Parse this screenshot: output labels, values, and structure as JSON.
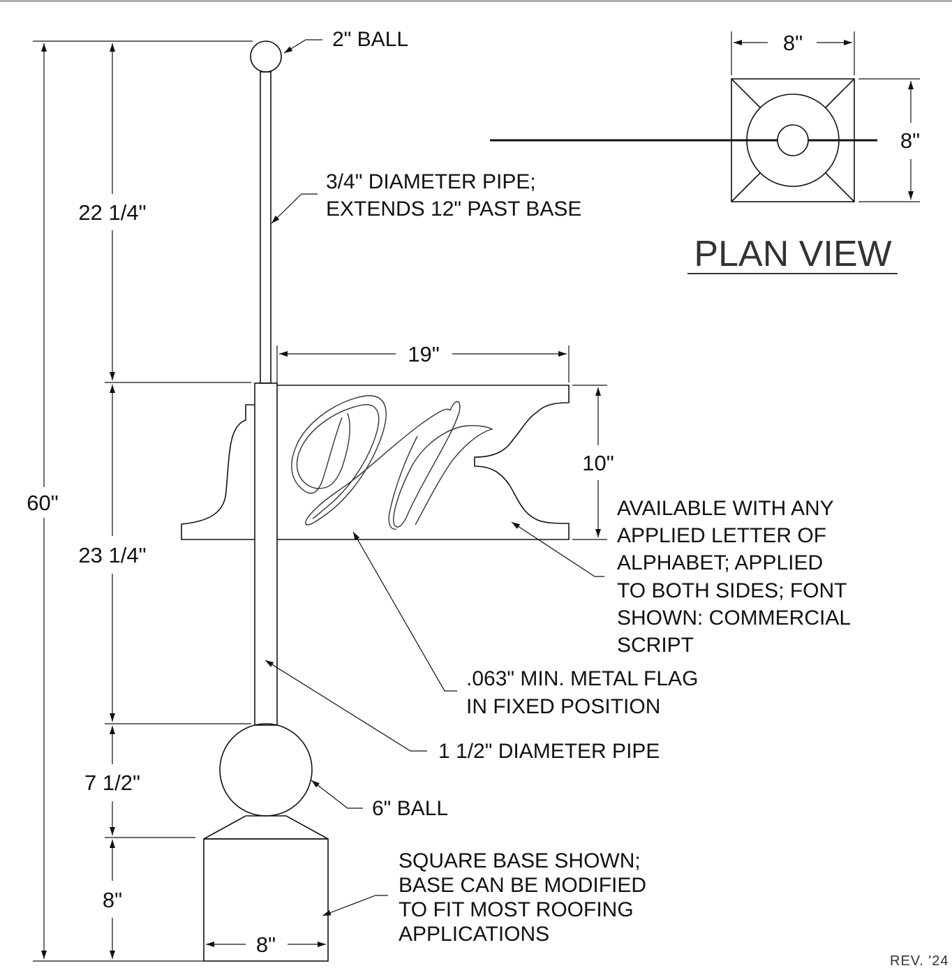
{
  "colors": {
    "ink": "#111111",
    "background": "#ffffff",
    "title": "#333333"
  },
  "elevation": {
    "overall_height": "60\"",
    "upper_pipe_height": "22 1/4\"",
    "flag_section_height": "23 1/4\"",
    "ball_section_height": "7 1/2\"",
    "base_height": "8\"",
    "base_width": "8\"",
    "flag_width": "19\"",
    "flag_height": "10\""
  },
  "notes": {
    "top_ball": "2\" BALL",
    "small_pipe_line1": "3/4\" DIAMETER PIPE;",
    "small_pipe_line2": "EXTENDS 12\" PAST BASE",
    "letter_line1": "AVAILABLE WITH ANY",
    "letter_line2": "APPLIED LETTER OF",
    "letter_line3": "ALPHABET; APPLIED",
    "letter_line4": "TO BOTH SIDES; FONT",
    "letter_line5": "SHOWN: COMMERCIAL",
    "letter_line6": "SCRIPT",
    "flag_line1": ".063\" MIN. METAL FLAG",
    "flag_line2": "IN FIXED POSITION",
    "large_pipe": "1 1/2\" DIAMETER PIPE",
    "big_ball": "6\" BALL",
    "base_line1": "SQUARE BASE SHOWN;",
    "base_line2": "BASE CAN BE MODIFIED",
    "base_line3": "TO FIT MOST ROOFING",
    "base_line4": "APPLICATIONS"
  },
  "plan_view": {
    "title": "PLAN VIEW",
    "width": "8\"",
    "depth": "8\""
  },
  "revision": "REV. '24"
}
